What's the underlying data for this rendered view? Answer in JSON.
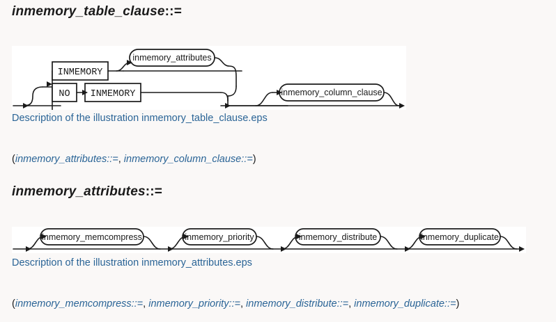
{
  "page": {
    "background": "#faf8f7",
    "diagram_background": "#ffffff",
    "link_color": "#2a6496",
    "text_color": "#1a1a1a"
  },
  "sections": [
    {
      "heading_name": "inmemory_table_clause",
      "heading_suffix": "::=",
      "illustration_link": "Description of the illustration inmemory_table_clause.eps",
      "xref": {
        "open": "(",
        "close": ")",
        "separator": ", ",
        "links": [
          "inmemory_attributes::=",
          "inmemory_column_clause::="
        ]
      },
      "diagram": {
        "type": "railroad",
        "keywords": [
          {
            "label": "INMEMORY",
            "shape": "box"
          },
          {
            "label": "NO",
            "shape": "box"
          },
          {
            "label": "INMEMORY",
            "shape": "box"
          }
        ],
        "nonterminals": [
          {
            "label": "inmemory_attributes",
            "shape": "oval",
            "optional": true
          },
          {
            "label": "inmemory_column_clause",
            "shape": "oval",
            "optional": true
          }
        ]
      }
    },
    {
      "heading_name": "inmemory_attributes",
      "heading_suffix": "::=",
      "illustration_link": "Description of the illustration inmemory_attributes.eps",
      "xref": {
        "open": "(",
        "close": ")",
        "separator": ", ",
        "links": [
          "inmemory_memcompress::=",
          "inmemory_priority::=",
          "inmemory_distribute::=",
          "inmemory_duplicate::="
        ]
      },
      "diagram": {
        "type": "railroad",
        "keywords": [],
        "nonterminals": [
          {
            "label": "inmemory_memcompress",
            "shape": "oval",
            "optional": true
          },
          {
            "label": "inmemory_priority",
            "shape": "oval",
            "optional": true
          },
          {
            "label": "inmemory_distribute",
            "shape": "oval",
            "optional": true
          },
          {
            "label": "inmemory_duplicate",
            "shape": "oval",
            "optional": true
          }
        ]
      }
    }
  ]
}
